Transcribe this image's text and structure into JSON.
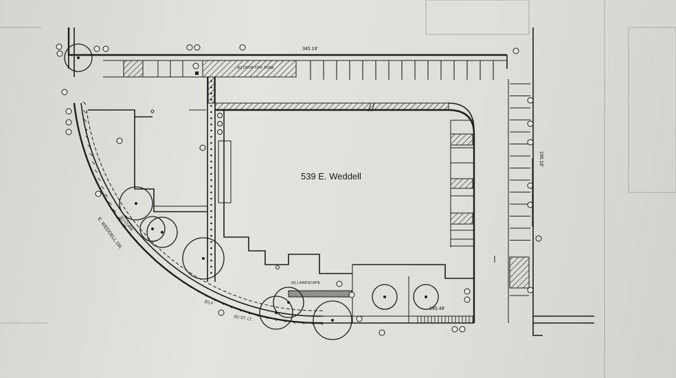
{
  "plan": {
    "building_label": "539 E. Weddell",
    "street_label": "E. WEDDELL DR.",
    "dimensions": {
      "top": "345.19'",
      "right": "196.18'",
      "bottom": "145.48'"
    },
    "annotations": {
      "drop_off_zone": "(E) DROP OFF ZONE",
      "landscape": "(E) LANDSCAPE",
      "curb": "(E) CURB",
      "existing_tree": "(E) F",
      "street_light": "(E) ST. LT."
    },
    "colors": {
      "paper": "#dcdfd8",
      "ink": "#1c1c1c"
    }
  }
}
